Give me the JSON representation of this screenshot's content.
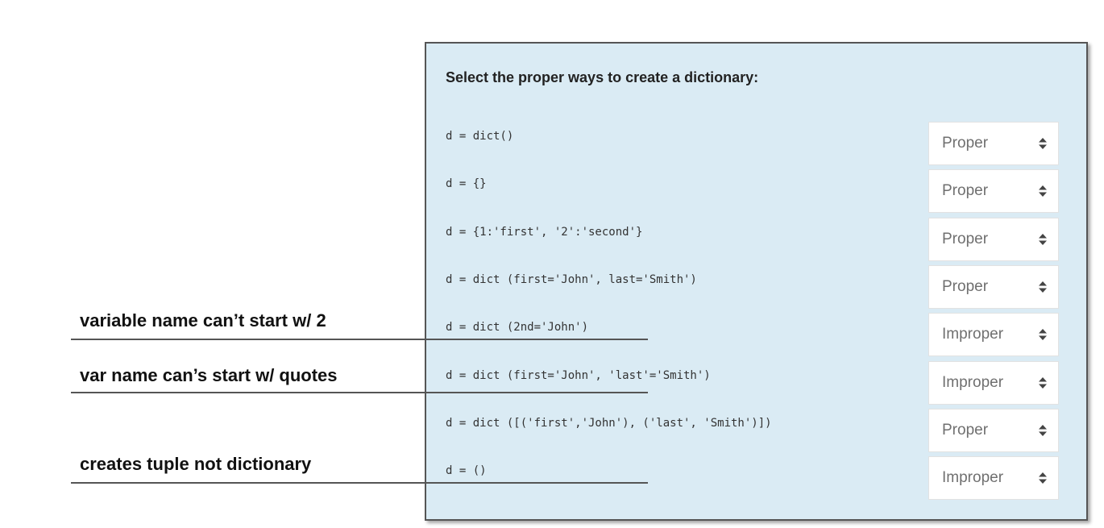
{
  "question": "Select the proper ways to create a dictionary:",
  "rows": [
    {
      "code": "d = dict()",
      "answer": "Proper"
    },
    {
      "code": "d = {}",
      "answer": "Proper"
    },
    {
      "code": "d = {1:'first', '2':'second'}",
      "answer": "Proper"
    },
    {
      "code": "d = dict (first='John', last='Smith')",
      "answer": "Proper"
    },
    {
      "code": "d = dict (2nd='John')",
      "answer": "Improper"
    },
    {
      "code": "d = dict (first='John', 'last'='Smith')",
      "answer": "Improper"
    },
    {
      "code": "d = dict ([('first','John'), ('last', 'Smith')])",
      "answer": "Proper"
    },
    {
      "code": "d = ()",
      "answer": "Improper"
    }
  ],
  "annotations": [
    "variable name can’t start w/ 2",
    "var name can’s start w/ quotes",
    "creates tuple not dictionary"
  ],
  "colors": {
    "panel_bg": "#daebf4",
    "panel_border": "#555555",
    "select_text": "#6f6f6f"
  },
  "icons": {
    "select_caret": "sort-caret-icon"
  }
}
